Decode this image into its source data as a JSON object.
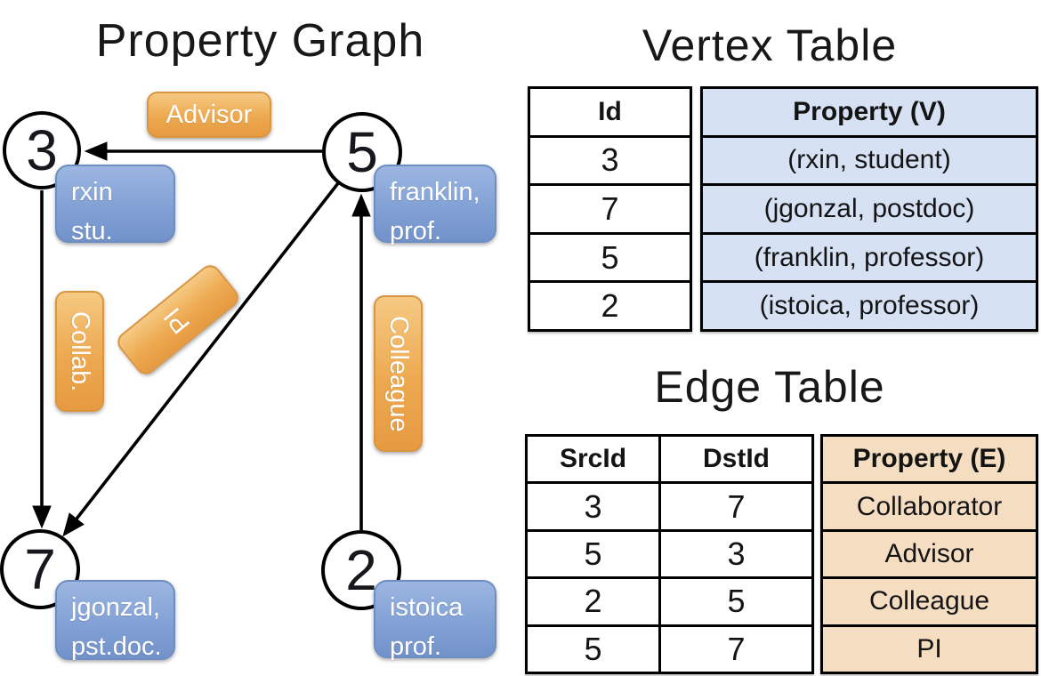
{
  "titles": {
    "property_graph": "Property Graph",
    "vertex_table": "Vertex Table",
    "edge_table": "Edge Table"
  },
  "graph": {
    "nodes": [
      {
        "id": "3",
        "label_lines": [
          "rxin",
          "stu."
        ]
      },
      {
        "id": "5",
        "label_lines": [
          "franklin,",
          "prof."
        ]
      },
      {
        "id": "7",
        "label_lines": [
          "jgonzal,",
          "pst.doc."
        ]
      },
      {
        "id": "2",
        "label_lines": [
          "istoica",
          "prof."
        ]
      }
    ],
    "edge_labels": [
      {
        "text": "Advisor"
      },
      {
        "text": "Collab."
      },
      {
        "text": "PI"
      },
      {
        "text": "Colleague"
      }
    ],
    "edges": [
      {
        "src": "5",
        "dst": "3",
        "label": "Advisor"
      },
      {
        "src": "3",
        "dst": "7",
        "label": "Collab."
      },
      {
        "src": "5",
        "dst": "7",
        "label": "PI"
      },
      {
        "src": "2",
        "dst": "5",
        "label": "Colleague"
      }
    ]
  },
  "vertex_table": {
    "headers": {
      "id": "Id",
      "property": "Property (V)"
    },
    "rows": [
      {
        "id": "3",
        "property": "(rxin, student)"
      },
      {
        "id": "7",
        "property": "(jgonzal, postdoc)"
      },
      {
        "id": "5",
        "property": "(franklin, professor)"
      },
      {
        "id": "2",
        "property": "(istoica, professor)"
      }
    ]
  },
  "edge_table": {
    "headers": {
      "src": "SrcId",
      "dst": "DstId",
      "property": "Property (E)"
    },
    "rows": [
      {
        "src": "3",
        "dst": "7",
        "property": "Collaborator"
      },
      {
        "src": "5",
        "dst": "3",
        "property": "Advisor"
      },
      {
        "src": "2",
        "dst": "5",
        "property": "Colleague"
      },
      {
        "src": "5",
        "dst": "7",
        "property": "PI"
      }
    ]
  },
  "colors": {
    "orange-top": "#f6c983",
    "orange-bottom": "#e69a41",
    "orange-border": "#d9953f",
    "blue-top": "#9cb6e1",
    "blue-bottom": "#7292cb",
    "blue-border": "#6d8dc3",
    "table-blue": "#d6e1f3",
    "table-tan": "#f5ddc2",
    "edge-stroke": "#000000"
  }
}
